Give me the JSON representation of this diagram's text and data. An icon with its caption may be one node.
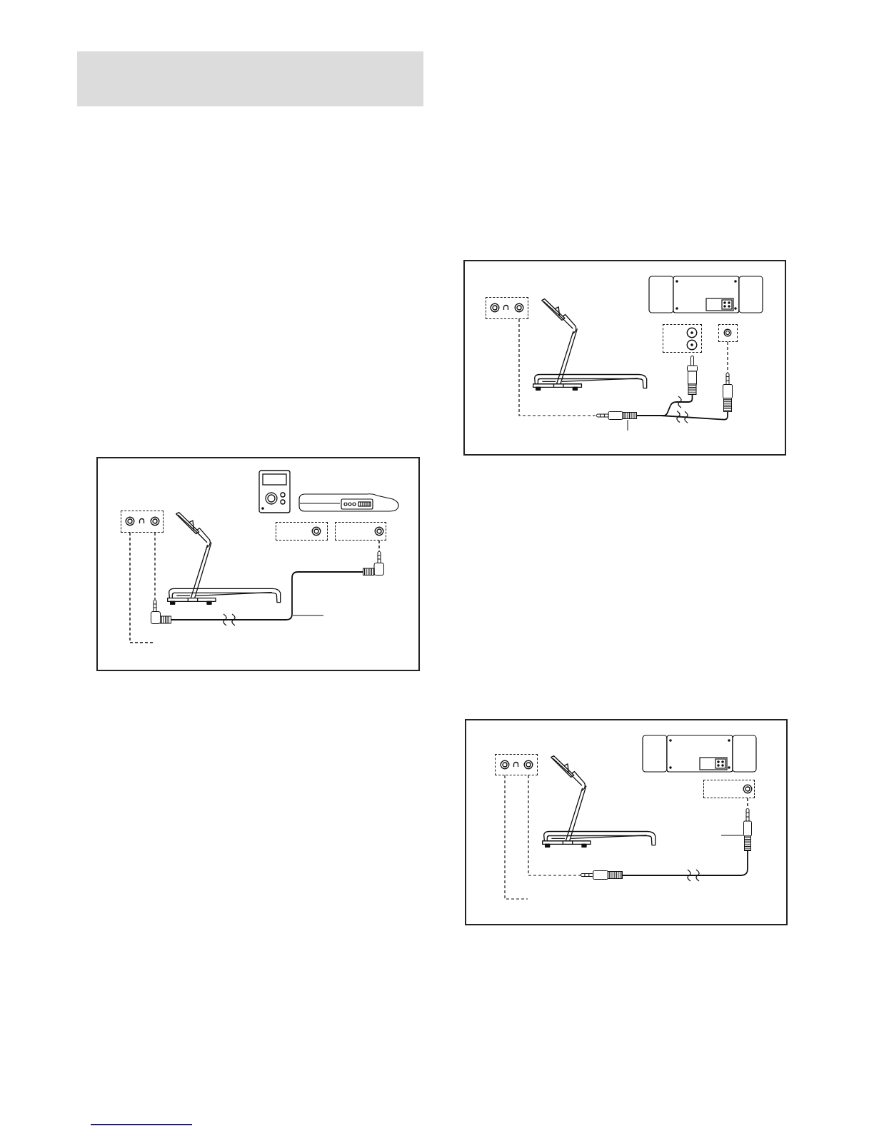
{
  "diagram": {
    "nodes": [
      {
        "text": [],
        "shape": "box"
      },
      {
        "text": [],
        "shape": "box"
      },
      {
        "text": [],
        "shape": "box"
      },
      {
        "text": [],
        "shape": "picture"
      },
      {
        "text": [],
        "shape": "picture"
      },
      {
        "text": [],
        "shape": "box"
      },
      {
        "text": [],
        "shape": "box"
      },
      {
        "text": [],
        "shape": "box"
      },
      {
        "text": [],
        "shape": "picture"
      },
      {
        "text": [],
        "shape": "picture"
      },
      {
        "text": [],
        "shape": "picture"
      },
      {
        "text": [],
        "shape": "box"
      },
      {
        "text": [],
        "shape": "box"
      },
      {
        "text": [],
        "shape": "picture"
      },
      {
        "text": [],
        "shape": "picture"
      }
    ],
    "edges": [
      {
        "from": 0,
        "to": null,
        "arrow": "none",
        "style": "dashed"
      },
      {
        "from": 0,
        "to": 4,
        "arrow": "none",
        "style": "dashed"
      },
      {
        "from": 2,
        "to": 3,
        "arrow": "none",
        "style": "dashed"
      },
      {
        "from": 4,
        "to": 3,
        "arrow": "none"
      },
      {
        "from": 5,
        "to": 10,
        "arrow": "none",
        "style": "dashed"
      },
      {
        "from": 7,
        "to": 9,
        "arrow": "none",
        "style": "dashed"
      },
      {
        "from": 10,
        "to": 8,
        "arrow": "none"
      },
      {
        "from": 10,
        "to": 9,
        "arrow": "none"
      },
      {
        "from": null,
        "to": 10,
        "arrow": "none"
      },
      {
        "from": 11,
        "to": null,
        "arrow": "none",
        "style": "dashed"
      },
      {
        "from": 11,
        "to": 13,
        "arrow": "none",
        "style": "dashed"
      },
      {
        "from": 12,
        "to": 14,
        "arrow": "none",
        "style": "dashed"
      },
      {
        "from": 13,
        "to": 14,
        "arrow": "none"
      },
      {
        "from": null,
        "to": 14,
        "arrow": "none"
      }
    ]
  }
}
